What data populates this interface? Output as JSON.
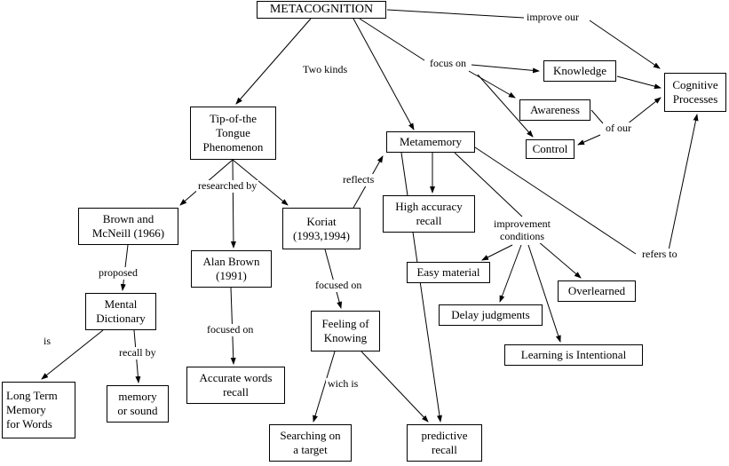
{
  "colors": {
    "line": "#000000",
    "box_background": "#ffffff",
    "text": "#000000"
  },
  "nodes": {
    "metacognition": {
      "label": "METACOGNITION"
    },
    "tip_of_the_tongue": {
      "label": "Tip-of-the\nTongue\nPhenomenon"
    },
    "metamemory": {
      "label": "Metamemory"
    },
    "knowledge": {
      "label": "Knowledge"
    },
    "awareness": {
      "label": "Awareness"
    },
    "control": {
      "label": "Control"
    },
    "cognitive_processes": {
      "label": "Cognitive\nProcesses"
    },
    "brown_mcneill": {
      "label": "Brown and\nMcNeill (1966)"
    },
    "koriat": {
      "label": "Koriat\n(1993,1994)"
    },
    "high_accuracy_recall": {
      "label": "High accuracy\nrecall"
    },
    "alan_brown": {
      "label": "Alan Brown\n(1991)"
    },
    "mental_dictionary": {
      "label": "Mental\nDictionary"
    },
    "easy_material": {
      "label": "Easy material"
    },
    "overlearned": {
      "label": "Overlearned"
    },
    "delay_judgments": {
      "label": "Delay judgments"
    },
    "feeling_of_knowing": {
      "label": "Feeling of\nKnowing"
    },
    "learning_is_intentional": {
      "label": "Learning is Intentional"
    },
    "accurate_words_recall": {
      "label": "Accurate words\nrecall"
    },
    "long_term_memory": {
      "label": "Long Term\nMemory\nfor Words"
    },
    "memory_or_sound": {
      "label": "memory\nor sound"
    },
    "searching_on_target": {
      "label": "Searching on\na target"
    },
    "predictive_recall": {
      "label": "predictive\nrecall"
    }
  },
  "edge_labels": {
    "improve_our": "improve our",
    "two_kinds": "Two kinds",
    "focus_on": "focus on",
    "of_our": "of our",
    "researched_by": "researched by",
    "reflects": "reflects",
    "improvement_conditions": "improvement\nconditions",
    "refers_to": "refers to",
    "proposed": "proposed",
    "focused_on_koriat": "focused on",
    "focused_on_brown": "focused on",
    "is": "is",
    "recall_by": "recall by",
    "wich_is": "wich is"
  }
}
